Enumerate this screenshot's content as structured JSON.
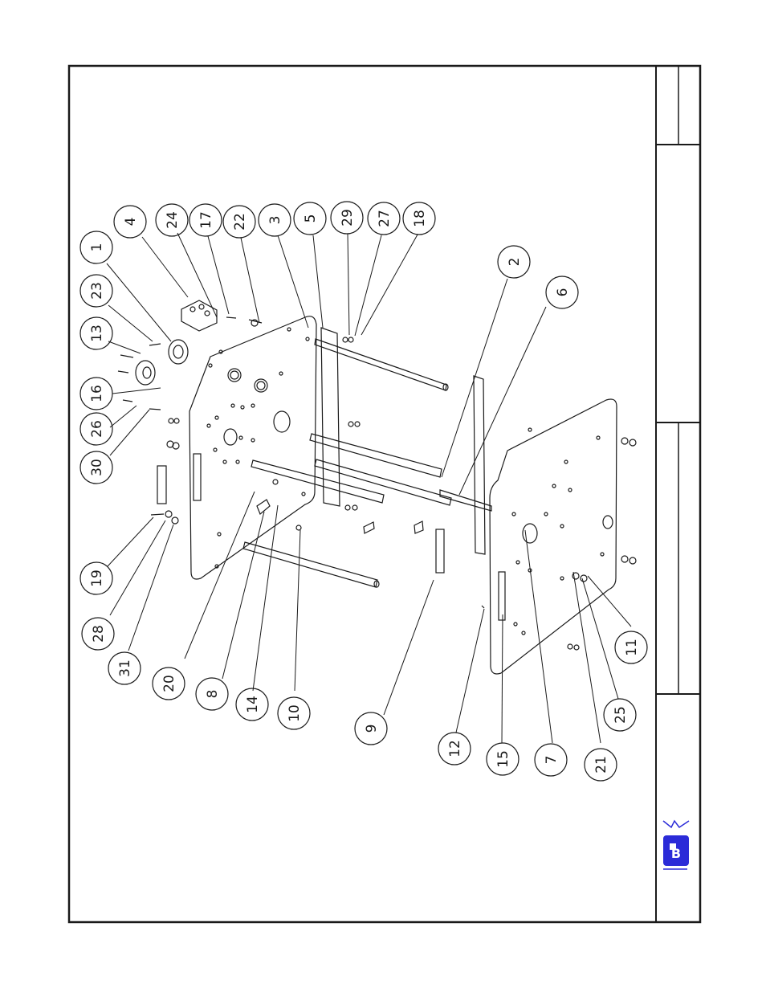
{
  "document": {
    "type": "exploded assembly drawing",
    "orientation": "landscape drawing rotated 90 degrees on portrait sheet",
    "colors": {
      "line": "#1a1a1a",
      "logo": "#2b2bd8"
    }
  },
  "callouts": [
    {
      "id": "c1",
      "label": "1"
    },
    {
      "id": "c2",
      "label": "2"
    },
    {
      "id": "c3",
      "label": "3"
    },
    {
      "id": "c4",
      "label": "4"
    },
    {
      "id": "c5",
      "label": "5"
    },
    {
      "id": "c6",
      "label": "6"
    },
    {
      "id": "c7",
      "label": "7"
    },
    {
      "id": "c8",
      "label": "8"
    },
    {
      "id": "c9",
      "label": "9"
    },
    {
      "id": "c10",
      "label": "10"
    },
    {
      "id": "c11",
      "label": "11"
    },
    {
      "id": "c12",
      "label": "12"
    },
    {
      "id": "c13",
      "label": "13"
    },
    {
      "id": "c14",
      "label": "14"
    },
    {
      "id": "c15",
      "label": "15"
    },
    {
      "id": "c16",
      "label": "16"
    },
    {
      "id": "c17",
      "label": "17"
    },
    {
      "id": "c18",
      "label": "18"
    },
    {
      "id": "c19",
      "label": "19"
    },
    {
      "id": "c20",
      "label": "20"
    },
    {
      "id": "c21",
      "label": "21"
    },
    {
      "id": "c22",
      "label": "22"
    },
    {
      "id": "c23",
      "label": "23"
    },
    {
      "id": "c24",
      "label": "24"
    },
    {
      "id": "c25",
      "label": "25"
    },
    {
      "id": "c26",
      "label": "26"
    },
    {
      "id": "c27",
      "label": "27"
    },
    {
      "id": "c28",
      "label": "28"
    },
    {
      "id": "c29",
      "label": "29"
    },
    {
      "id": "c30",
      "label": "30"
    },
    {
      "id": "c31",
      "label": "31"
    }
  ],
  "logo": {
    "name": "company-logo-icon",
    "letter": "B"
  }
}
